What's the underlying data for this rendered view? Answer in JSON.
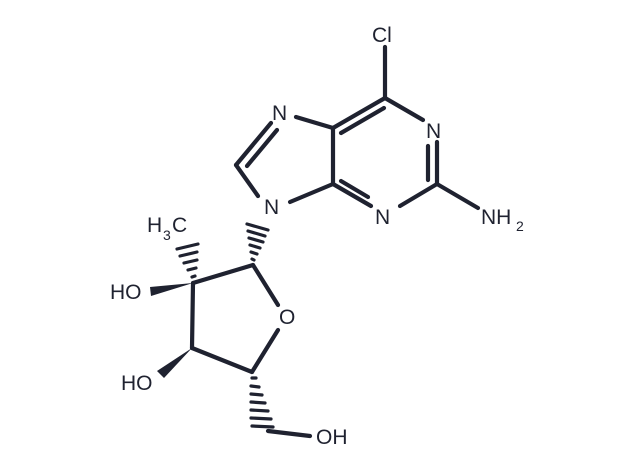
{
  "molecule": {
    "atoms": {
      "cl": "Cl",
      "n1": "N",
      "n3": "N",
      "n7": "N",
      "n9": "N",
      "nh2_main": "NH",
      "nh2_sub": "2",
      "ch3_main_h": "H",
      "ch3_sub": "3",
      "ch3_c": "C",
      "ho_2p": "HO",
      "ho_3p": "HO",
      "o_ring": "O",
      "oh_5p": "OH"
    },
    "colors": {
      "ink": "#1f2230",
      "background": "#ffffff"
    }
  }
}
